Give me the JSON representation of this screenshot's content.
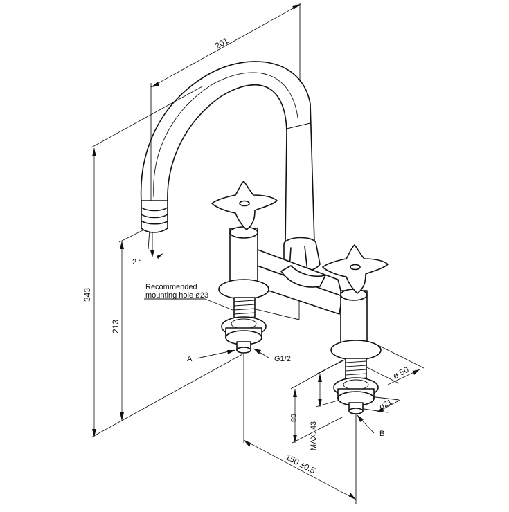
{
  "dimensions": {
    "spout_reach": "201",
    "overall_height": "343",
    "spout_outlet_height": "213",
    "spout_angle": "2 °",
    "mounting_hole_line1": "Recommended",
    "mounting_hole_line2": "mounting hole  ø23",
    "label_a": "A",
    "thread": "G1/2",
    "flange_diameter": "ø 50",
    "shank_diameter": "ø21",
    "dim_68": "68",
    "max_43": "MAX. 43",
    "label_b": "B",
    "centers": "150 ±0.5"
  }
}
